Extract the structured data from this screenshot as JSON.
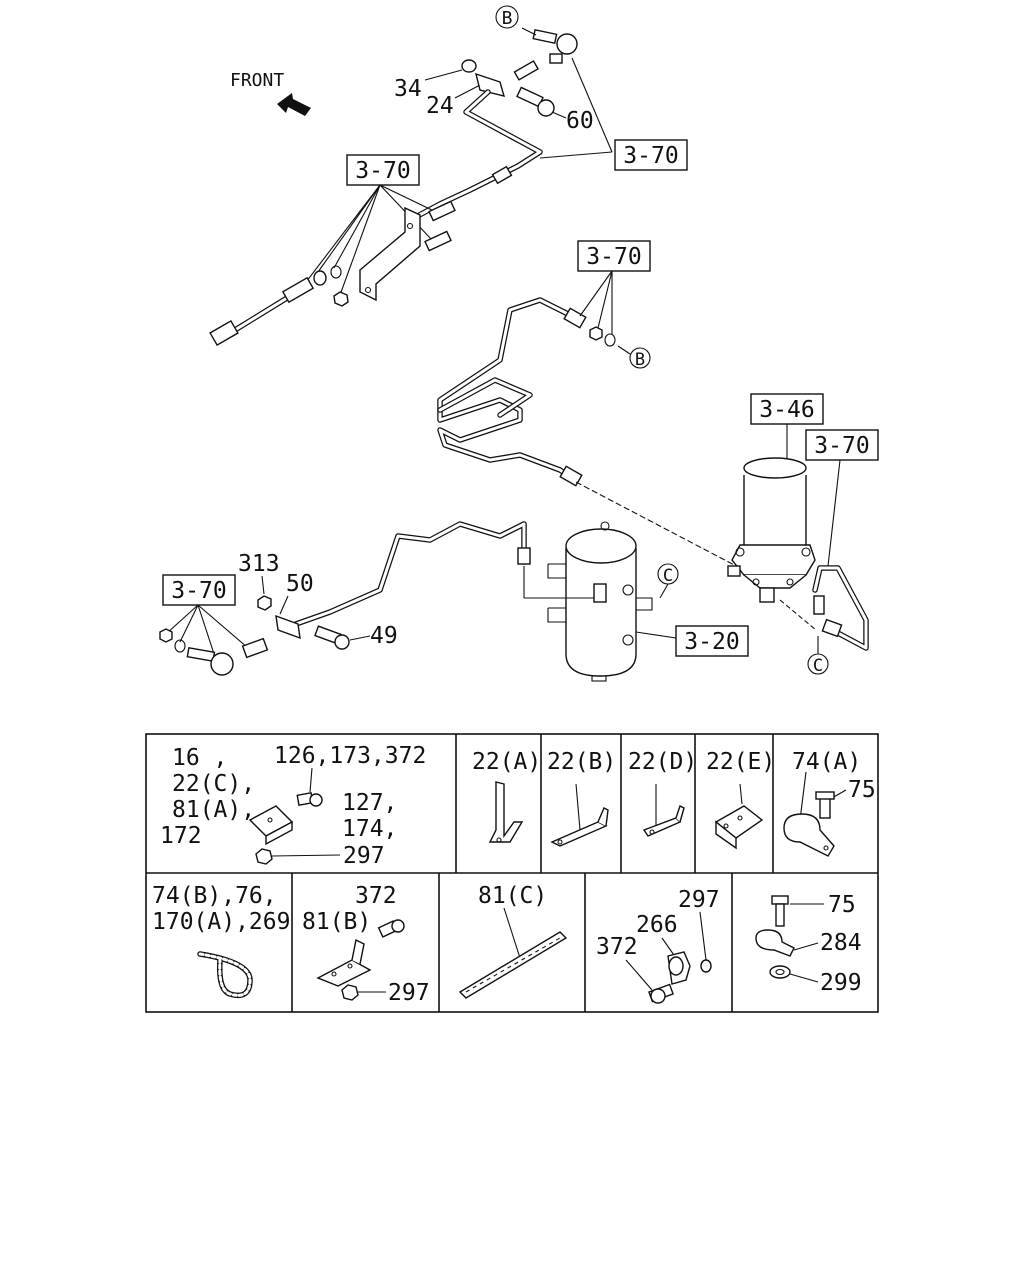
{
  "front_label": "FRONT",
  "callouts": {
    "b_top": "B",
    "b_mid": "B",
    "c_tank": "C",
    "c_dryer": "C",
    "n34": "34",
    "n24": "24",
    "n60": "60",
    "n313": "313",
    "n50": "50",
    "n49": "49"
  },
  "boxes": {
    "ref_top_right": "3-70",
    "ref_top_left": "3-70",
    "ref_mid": "3-70",
    "ref_dryer": "3-46",
    "ref_dryer_pipe": "3-70",
    "ref_left": "3-70",
    "ref_tank": "3-20"
  },
  "table": {
    "row1": {
      "cell1": {
        "line1": "16 ,",
        "line2": "22(C),",
        "line3": "81(A),",
        "line4": "172",
        "bolts": "126,173,372",
        "mid1": "127,",
        "mid2": "174,",
        "nut": "297"
      },
      "cell2": {
        "label": "22(A)"
      },
      "cell3": {
        "label": "22(B)"
      },
      "cell4": {
        "label": "22(D)"
      },
      "cell5": {
        "label": "22(E)"
      },
      "cell6": {
        "label": "74(A)",
        "bolt": "75"
      }
    },
    "row2": {
      "cell1": {
        "line1": "74(B),76,",
        "line2": "170(A),269"
      },
      "cell2": {
        "bolt": "372",
        "label": "81(B)",
        "nut": "297"
      },
      "cell3": {
        "label": "81(C)"
      },
      "cell4": {
        "n297": "297",
        "n266": "266",
        "n372": "372"
      },
      "cell5": {
        "n75": "75",
        "n284": "284",
        "n299": "299"
      }
    }
  }
}
